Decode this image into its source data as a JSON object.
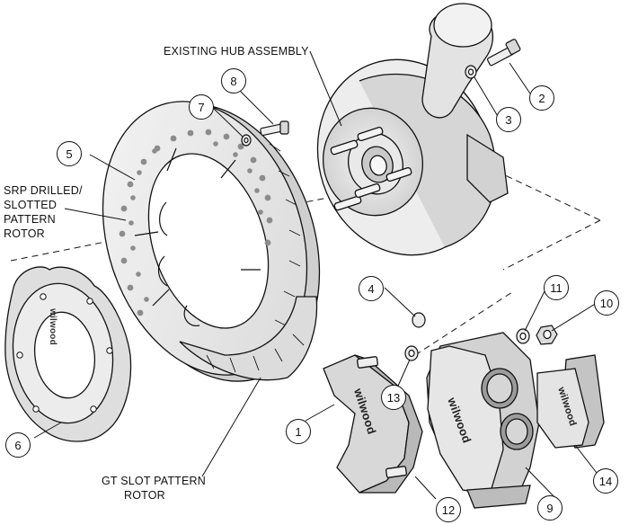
{
  "labels": {
    "existing_hub": "EXISTING HUB ASSEMBLY",
    "srp_line1": "SRP DRILLED/",
    "srp_line2": "SLOTTED",
    "srp_line3": "PATTERN",
    "srp_line4": "ROTOR",
    "gt_line1": "GT SLOT PATTERN",
    "gt_line2": "ROTOR"
  },
  "callouts": [
    "1",
    "2",
    "3",
    "4",
    "5",
    "6",
    "7",
    "8",
    "9",
    "10",
    "11",
    "12",
    "13",
    "14"
  ],
  "branding": {
    "hat_text": "wilwood",
    "bracket_text": "wilwood",
    "caliper_text": "wilwood",
    "pad_text": "wilwood"
  },
  "colors": {
    "line": "#111111",
    "shade_light": "#e6e6e6",
    "shade_mid": "#c8c8c8",
    "shade_dark": "#9a9a9a"
  }
}
